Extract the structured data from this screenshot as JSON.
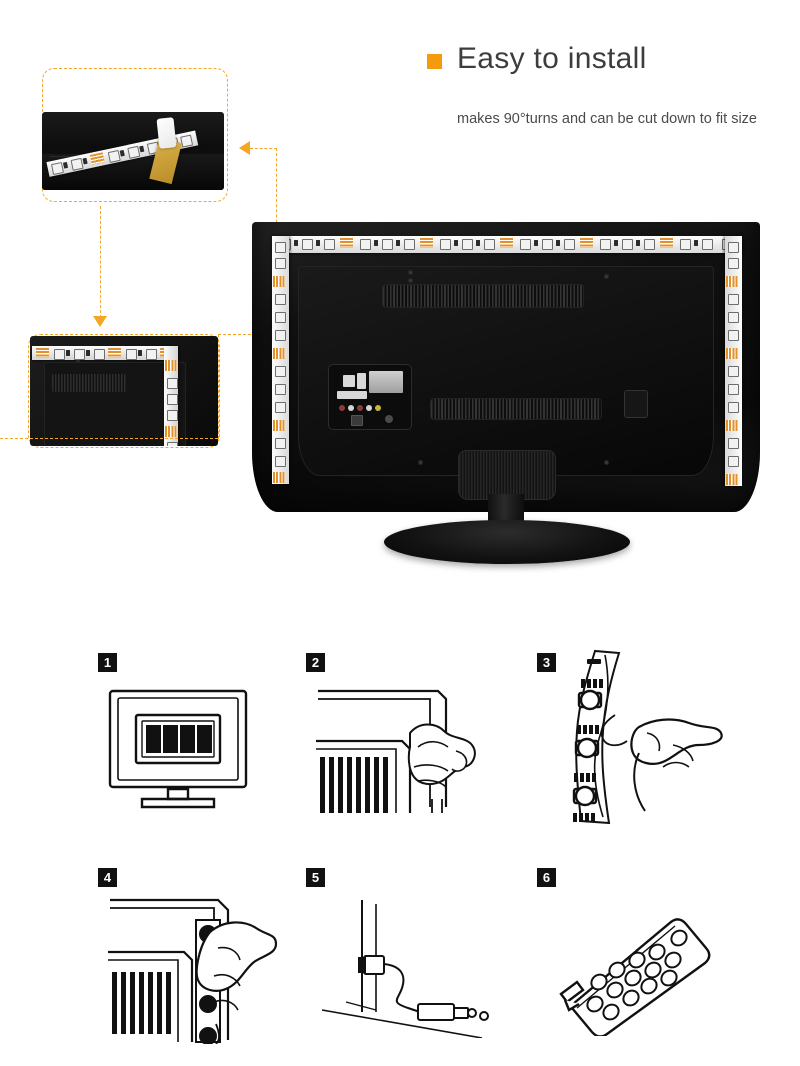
{
  "headline": {
    "bullet_color": "#F59A0B",
    "title": "Easy to install",
    "subtitle": "makes 90°turns and can be cut down to fit  size"
  },
  "colors": {
    "accent_orange": "#F5A623",
    "bullet_orange": "#F59A0B",
    "background": "#FFFFFF",
    "tv_body": "#111111",
    "strip_white": "#FDFDFD",
    "copper_pad": "#E0922C",
    "badge_black": "#111111",
    "text_dark": "#3D3D3D"
  },
  "insets": [
    {
      "name": "adhesive-backing-detail",
      "caption": "",
      "description": "LED strip with 3M adhesive tape peeling off the backing at TV corner"
    },
    {
      "name": "corner-turn-detail",
      "caption": "",
      "description": "LED strip making a 90 degree turn around TV rear corner"
    }
  ],
  "main_photo": {
    "name": "tv-rear-with-led-strip",
    "description": "Rear of flat-screen TV with RGB LED strip installed around the perimeter"
  },
  "steps": [
    {
      "number": "1",
      "name": "step-measure-tv",
      "description": "Measure the TV screen / choose strip length"
    },
    {
      "number": "2",
      "name": "step-clean-surface",
      "description": "Clean the back surface of the TV with a cloth"
    },
    {
      "number": "3",
      "name": "step-peel-backing",
      "description": "Peel the adhesive backing from the LED strip"
    },
    {
      "number": "4",
      "name": "step-attach-strip",
      "description": "Press the strip firmly onto the TV edges"
    },
    {
      "number": "5",
      "name": "step-connect-usb",
      "description": "Connect the cable to the USB power adapter"
    },
    {
      "number": "6",
      "name": "step-use-remote",
      "description": "Control colors and modes with the IR remote"
    }
  ]
}
